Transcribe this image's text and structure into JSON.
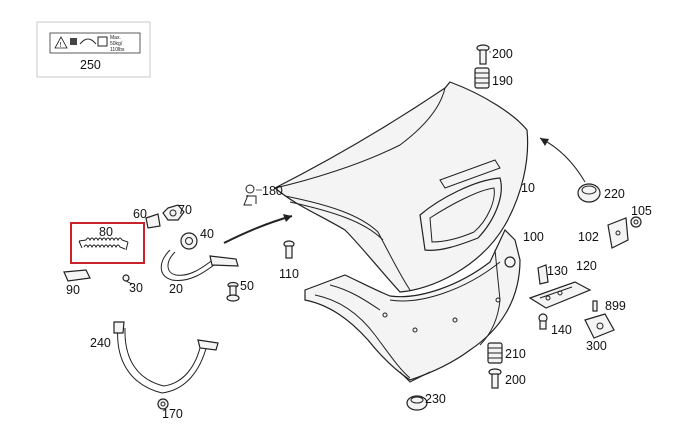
{
  "diagram": {
    "highlighted_part": "80",
    "labels": {
      "p250": "250",
      "p200a": "200",
      "p190": "190",
      "p180": "180",
      "p10": "10",
      "p220": "220",
      "p105": "105",
      "p102": "102",
      "p60": "60",
      "p70": "70",
      "p80": "80",
      "p40": "40",
      "p90": "90",
      "p30": "30",
      "p20": "20",
      "p50": "50",
      "p110": "110",
      "p100": "100",
      "p130": "130",
      "p120": "120",
      "p899": "899",
      "p140": "140",
      "p300": "300",
      "p210": "210",
      "p200b": "200",
      "p230": "230",
      "p240": "240",
      "p170": "170"
    },
    "warning_label": {
      "line1": "Max.",
      "line2": "50kg/",
      "line3": "110lbs"
    },
    "colors": {
      "highlight": "#c8232c",
      "line": "#222222"
    }
  }
}
